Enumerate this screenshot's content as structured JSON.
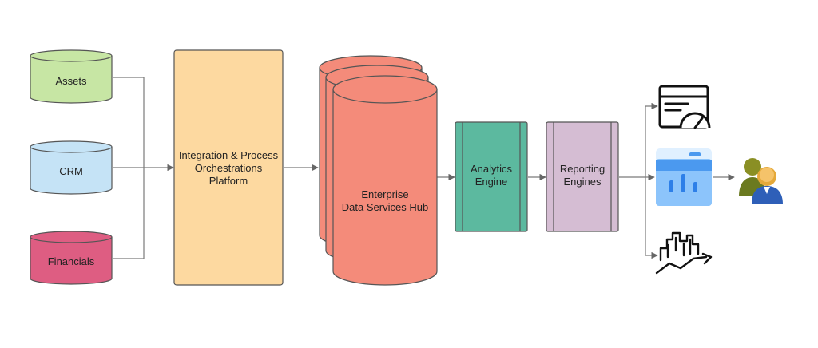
{
  "sources": [
    {
      "label": "Assets",
      "color": "#c7e6a4"
    },
    {
      "label": "CRM",
      "color": "#c5e3f6"
    },
    {
      "label": "Financials",
      "color": "#de5d82"
    }
  ],
  "integration": {
    "lines": [
      "Integration & Process",
      "Orchestrations",
      "Platform"
    ],
    "color": "#fdd9a0"
  },
  "hub": {
    "lines": [
      "Enterprise",
      "Data Services Hub"
    ],
    "color": "#f48b7a"
  },
  "analytics": {
    "lines": [
      "Analytics",
      "Engine"
    ],
    "color": "#5cb99f"
  },
  "reporting": {
    "lines": [
      "Reporting",
      "Engines"
    ],
    "color": "#d5bdd3"
  },
  "outputs": [
    {
      "icon": "dashboard-gauge-icon"
    },
    {
      "icon": "report-chart-icon"
    },
    {
      "icon": "city-trend-chart-icon"
    }
  ],
  "users": {
    "icon": "users-icon"
  }
}
